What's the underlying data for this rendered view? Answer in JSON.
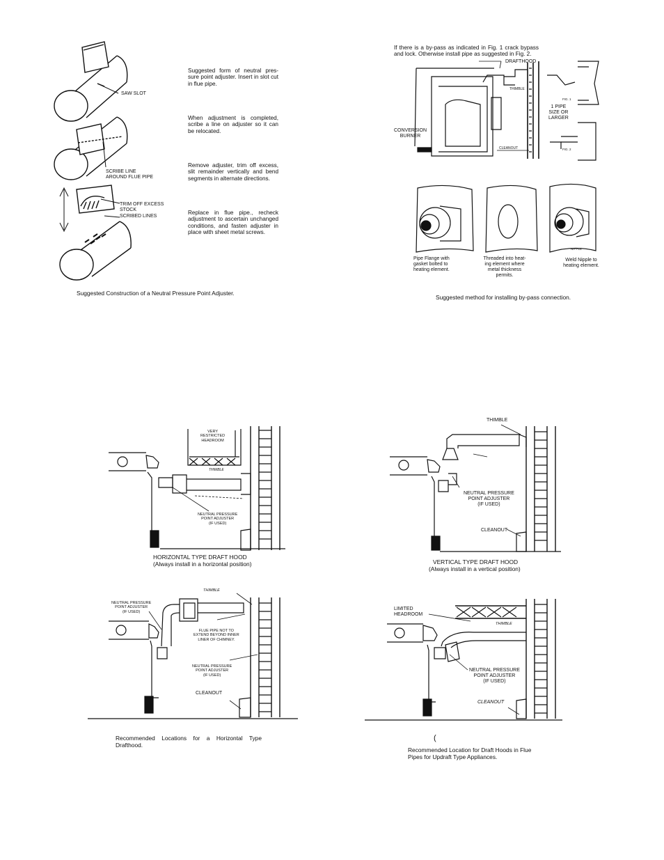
{
  "adjuster": {
    "labels": {
      "saw_slot": "SAW SLOT",
      "scribe_line": "SCRIBE LINE\nAROUND FLUE PIPE",
      "trim": "TRIM OFF EXCESS\nSTOCK",
      "scribed_lines": "SCRIBED LINES"
    },
    "steps": [
      "Suggested form of neutral pres-sure point adjuster. Insert in slot cut in flue pipe.",
      "When adjustment is completed, scribe a line on adjuster so it can be relocated.",
      "Remove adjuster, trim off excess, slit remainder vertically and bend segments in alternate directions.",
      "Replace in flue pipe., recheck adjustment to ascertain unchanged conditions, and fasten adjuster in place with sheet metal screws."
    ],
    "caption": "Suggested Construction of a Neutral Pressure Point Adjuster."
  },
  "bypass": {
    "intro": "If there is a by-pass as indicated in Fig. 1 crack bypass and lock. Otherwise install pipe as suggested in Fig. 2.",
    "labels": {
      "drafthood": "DRAFTHOOD",
      "thimble": "THIMBLE",
      "conversion_burner": "CONVERSION\nBURNER",
      "cleanout": "CLEANOUT",
      "fig1": "FIG. 1",
      "pipe_size": "1 PIPE\nSIZE OR\nLARGER",
      "fig2": "FIG. 2"
    },
    "methods": [
      "Pipe Flange with gasket bolted to heating element.",
      "Threaded into heat-ing element where metal thickness permits.",
      "Weld Nipple to heating element."
    ],
    "nipple": "NIPPLE",
    "caption": "Suggested method for installing by-pass connection."
  },
  "horizontal_diagram": {
    "very_restricted": "VERY\nRESTRICTED\nHEADROOM",
    "thimble": "THIMBLE",
    "npp_adjuster": "NEUTRAL PRESSURE\nPOINT ADJUSTER\n(IF USED)",
    "caption_line1": "HORIZONTAL TYPE DRAFT HOOD",
    "caption_line2": "(Always install in a horizontal position)"
  },
  "vertical_diagram": {
    "thimble": "THIMBLE",
    "npp_adjuster": "NEUTRAL PRESSURE\nPOINT ADJUSTER\n(IF USED)",
    "cleanout": "CLEANOUT",
    "caption_line1": "VERTICAL TYPE DRAFT HOOD",
    "caption_line2": "(Always install in a vertical position)"
  },
  "horizontal_location": {
    "npp_adjuster": "NEUTRAL PRESSURE\nPOINT ADJUSTER\n(IF USED)",
    "thimble": "THIMBLE",
    "flue_note": "FLUE PIPE NOT TO\nEXTEND BEYOND INNER\nLINER OF CHIMNEY.",
    "npp_adjuster_2": "NEUTRAL PRESSURE\nPOINT ADJUSTER\n(IF USED)",
    "cleanout": "CLEANOUT",
    "caption": "Recommended Locations for a Horizontal Type Drafthood."
  },
  "updraft_location": {
    "limited_headroom": "LIMITED\nHEADROOM",
    "thimble": "THIMBLE",
    "npp_adjuster": "NEUTRAL PRESSURE\nPOINT ADJUSTER\n(IF USED)",
    "cleanout": "CLEANOUT",
    "paren": "(",
    "caption": "Recommended Location for Draft Hoods in Flue Pipes for Updraft Type Appliances."
  }
}
